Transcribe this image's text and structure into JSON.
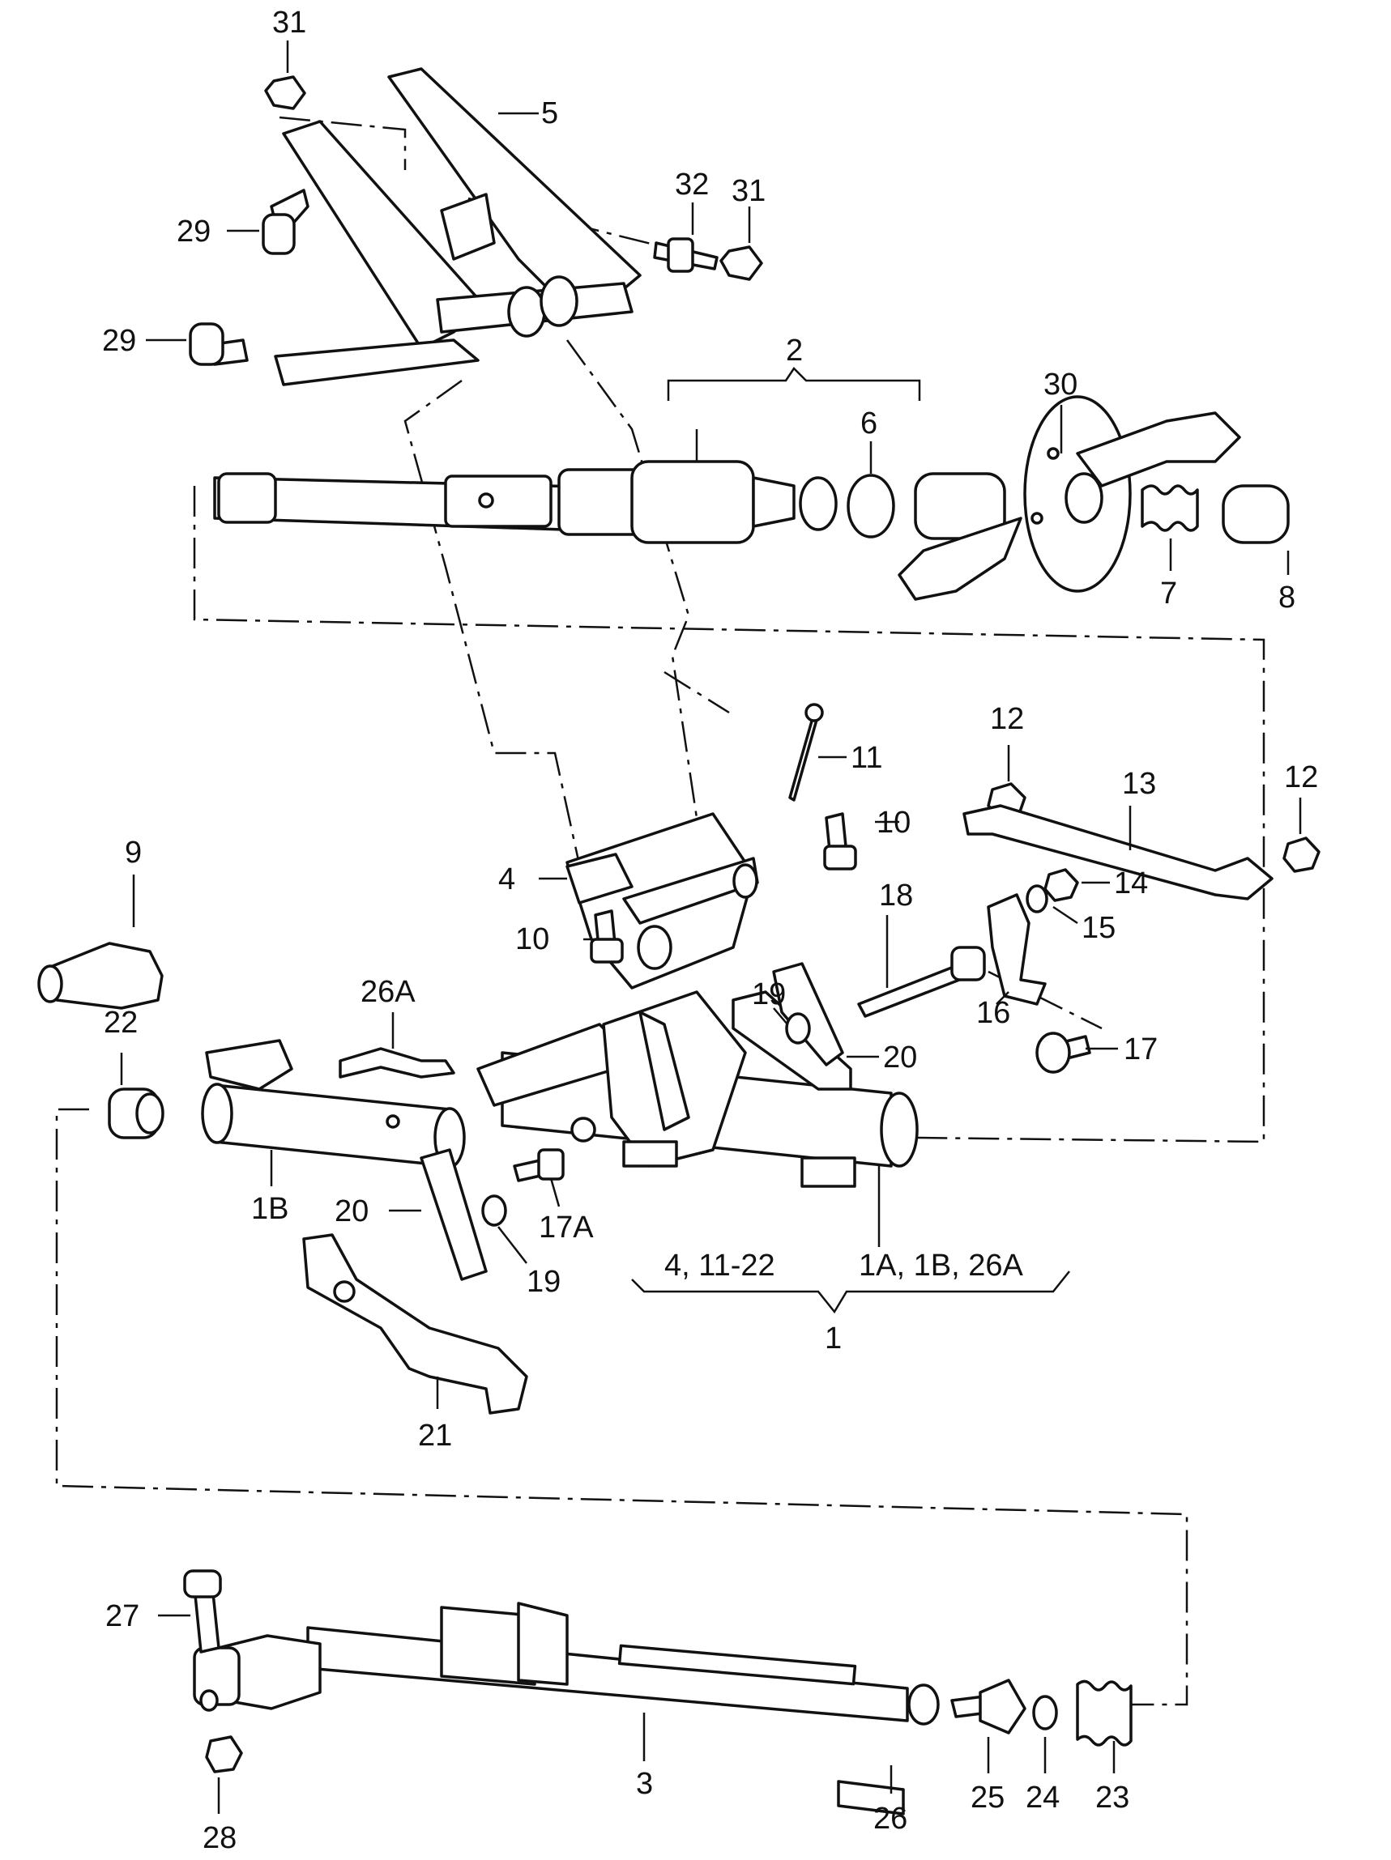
{
  "callouts": [
    {
      "id": "c31a",
      "text": "31"
    },
    {
      "id": "c5",
      "text": "5"
    },
    {
      "id": "c32",
      "text": "32"
    },
    {
      "id": "c31b",
      "text": "31"
    },
    {
      "id": "c29a",
      "text": "29"
    },
    {
      "id": "c29b",
      "text": "29"
    },
    {
      "id": "c2",
      "text": "2"
    },
    {
      "id": "c30",
      "text": "30"
    },
    {
      "id": "c6",
      "text": "6"
    },
    {
      "id": "c7",
      "text": "7"
    },
    {
      "id": "c8",
      "text": "8"
    },
    {
      "id": "c11",
      "text": "11"
    },
    {
      "id": "c10a",
      "text": "10"
    },
    {
      "id": "c12a",
      "text": "12"
    },
    {
      "id": "c13",
      "text": "13"
    },
    {
      "id": "c12b",
      "text": "12"
    },
    {
      "id": "c4",
      "text": "4"
    },
    {
      "id": "c10b",
      "text": "10"
    },
    {
      "id": "c14",
      "text": "14"
    },
    {
      "id": "c15",
      "text": "15"
    },
    {
      "id": "c9",
      "text": "9"
    },
    {
      "id": "c18",
      "text": "18"
    },
    {
      "id": "c16",
      "text": "16"
    },
    {
      "id": "c17",
      "text": "17"
    },
    {
      "id": "c26A",
      "text": "26A"
    },
    {
      "id": "c19a",
      "text": "19"
    },
    {
      "id": "c20a",
      "text": "20"
    },
    {
      "id": "c22",
      "text": "22"
    },
    {
      "id": "c1B",
      "text": "1B"
    },
    {
      "id": "c17A",
      "text": "17A"
    },
    {
      "id": "c20b",
      "text": "20"
    },
    {
      "id": "c19b",
      "text": "19"
    },
    {
      "id": "c21",
      "text": "21"
    },
    {
      "id": "c1",
      "text": "1"
    },
    {
      "id": "c27",
      "text": "27"
    },
    {
      "id": "c28",
      "text": "28"
    },
    {
      "id": "c3",
      "text": "3"
    },
    {
      "id": "c26",
      "text": "26"
    },
    {
      "id": "c25",
      "text": "25"
    },
    {
      "id": "c24",
      "text": "24"
    },
    {
      "id": "c23",
      "text": "23"
    }
  ],
  "groups": {
    "left_label": "4,  11-22",
    "right_label": "1A,  1B, 26A"
  }
}
